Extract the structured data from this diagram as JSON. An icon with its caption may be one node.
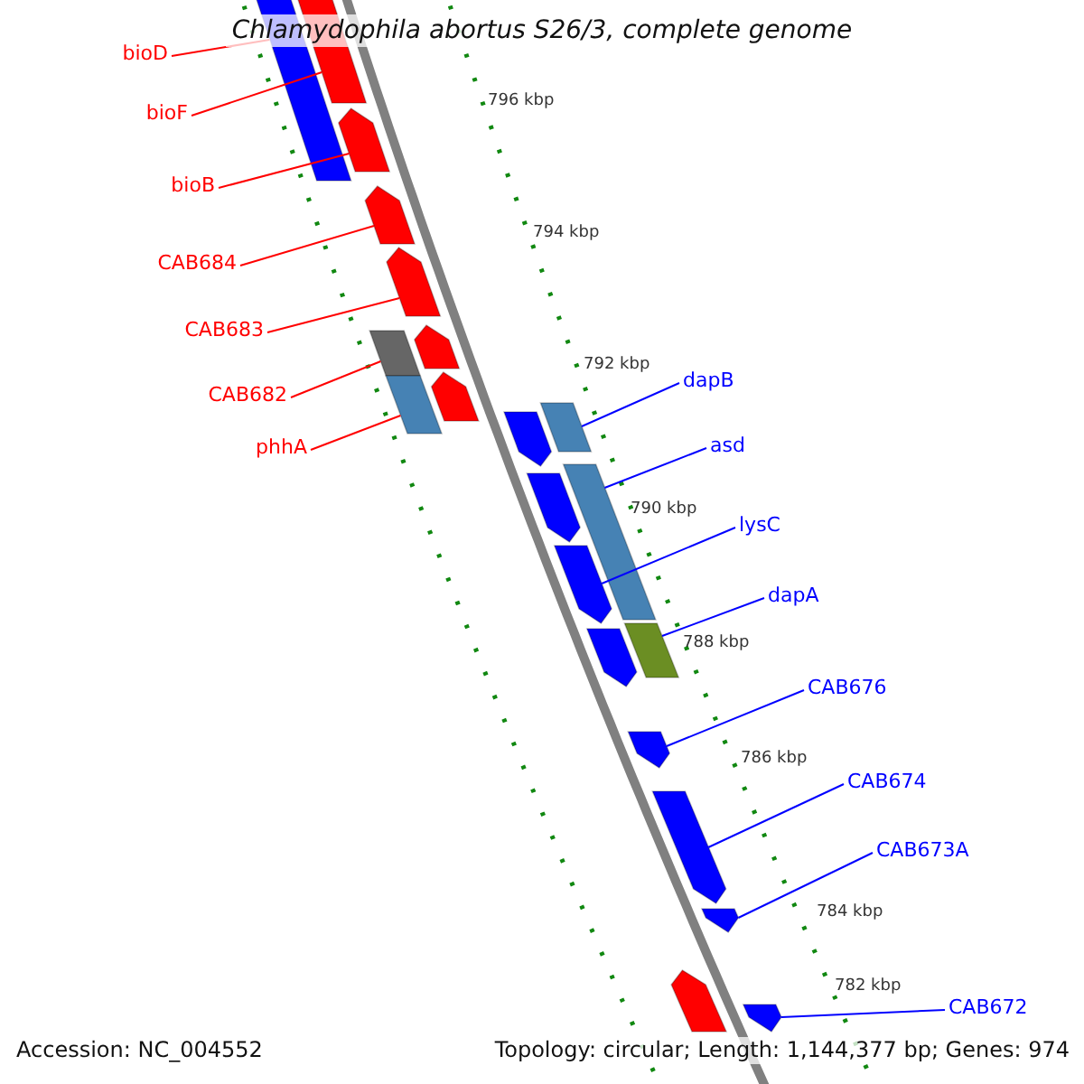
{
  "diagram": {
    "title": "Chlamydophila abortus S26/3, complete genome",
    "nodes": [
      {
        "text": [
          "bioD"
        ]
      },
      {
        "text": [
          "bioF"
        ]
      },
      {
        "text": [
          "bioB"
        ]
      },
      {
        "text": [
          "CAB684"
        ]
      },
      {
        "text": [
          "CAB683"
        ]
      },
      {
        "text": [
          "CAB682"
        ]
      },
      {
        "text": [
          "phhA"
        ]
      },
      {
        "text": [
          "dapB"
        ]
      },
      {
        "text": [
          "asd"
        ]
      },
      {
        "text": [
          "lysC"
        ]
      },
      {
        "text": [
          "dapA"
        ]
      },
      {
        "text": [
          "CAB676"
        ]
      },
      {
        "text": [
          "CAB674"
        ]
      },
      {
        "text": [
          "CAB673A"
        ]
      },
      {
        "text": [
          "CAB672"
        ]
      },
      {
        "text": [],
        "shape": "bar"
      },
      {
        "text": [],
        "shape": "bar"
      },
      {
        "text": [],
        "shape": "bar"
      },
      {
        "text": [],
        "shape": "bar"
      },
      {
        "text": [],
        "shape": "bar"
      },
      {
        "text": [],
        "shape": "bar"
      },
      {
        "text": [],
        "shape": "bar"
      },
      {
        "text": [],
        "shape": "bar"
      },
      {
        "text": [],
        "shape": "bar"
      },
      {
        "text": [],
        "shape": "bar"
      },
      {
        "text": [],
        "shape": "bar"
      },
      {
        "text": [],
        "shape": "bar"
      },
      {
        "text": [],
        "shape": "bar"
      },
      {
        "text": [],
        "shape": "bar"
      },
      {
        "text": [],
        "shape": "bar"
      },
      {
        "text": [],
        "shape": "bar"
      },
      {
        "text": [],
        "shape": "bar"
      },
      {
        "text": [],
        "shape": "bar"
      },
      {
        "text": [],
        "shape": "bar"
      },
      {
        "text": [],
        "shape": "bar"
      },
      {
        "text": [],
        "shape": "bar"
      }
    ],
    "edges": [
      {
        "from": 0,
        "to": 16,
        "arrow": "none",
        "color": "#ff0000"
      },
      {
        "from": 1,
        "to": 15,
        "arrow": "none",
        "color": "#ff0000"
      },
      {
        "from": 2,
        "to": 17,
        "arrow": "none",
        "color": "#ff0000"
      },
      {
        "from": 3,
        "to": 18,
        "arrow": "none",
        "color": "#ff0000"
      },
      {
        "from": 4,
        "to": 19,
        "arrow": "none",
        "color": "#ff0000"
      },
      {
        "from": 5,
        "to": 20,
        "arrow": "none",
        "color": "#ff0000"
      },
      {
        "from": 6,
        "to": 22,
        "arrow": "none",
        "color": "#ff0000"
      },
      {
        "from": 7,
        "to": 24,
        "arrow": "none"
      },
      {
        "from": 8,
        "to": 27,
        "arrow": "none"
      },
      {
        "from": 9,
        "to": 28,
        "arrow": "none"
      },
      {
        "from": 10,
        "to": 29,
        "arrow": "none"
      },
      {
        "from": 11,
        "to": 31,
        "arrow": "none"
      },
      {
        "from": 12,
        "to": 32,
        "arrow": "none"
      },
      {
        "from": 13,
        "to": 33,
        "arrow": "none"
      },
      {
        "from": 14,
        "to": 35,
        "arrow": "none"
      }
    ],
    "labels": [
      "796 kbp",
      "794 kbp",
      "792 kbp",
      "790 kbp",
      "788 kbp",
      "786 kbp",
      "784 kbp",
      "782 kbp",
      "Accession: NC_004552",
      "Topology: circular; Length: 1,144,377 bp; Genes: 974"
    ]
  }
}
